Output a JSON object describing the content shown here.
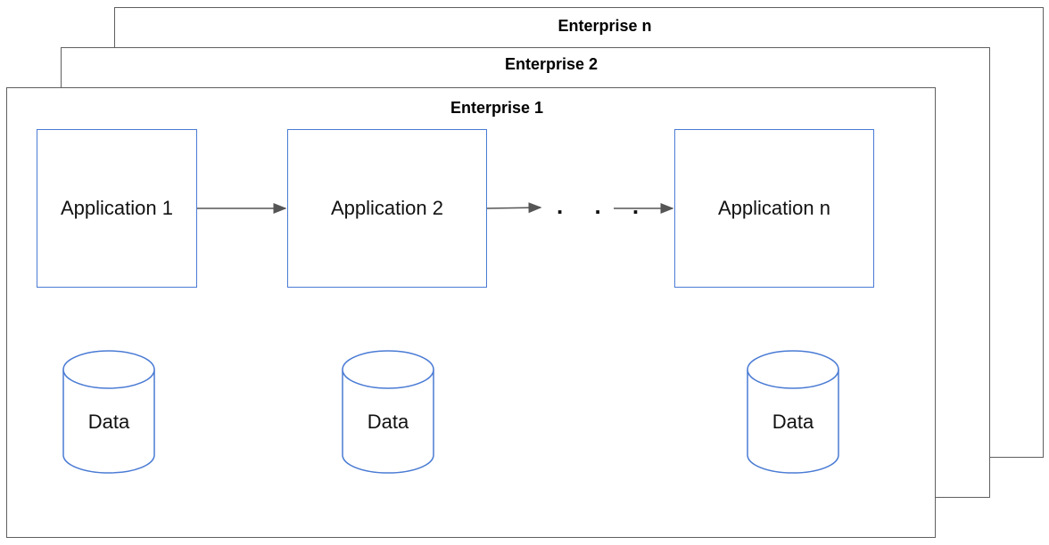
{
  "enterprises": [
    {
      "label": "Enterprise n"
    },
    {
      "label": "Enterprise 2"
    },
    {
      "label": "Enterprise 1"
    }
  ],
  "applications": [
    {
      "label": "Application 1"
    },
    {
      "label": "Application 2"
    },
    {
      "label": "Application n"
    }
  ],
  "data_stores": [
    {
      "label": "Data"
    },
    {
      "label": "Data"
    },
    {
      "label": "Data"
    }
  ],
  "ellipsis": ". . .",
  "colors": {
    "frame_border": "#5f5f5f",
    "app_border": "#4a7bd4",
    "cylinder_stroke": "#4a7bd4",
    "arrow": "#555555"
  }
}
